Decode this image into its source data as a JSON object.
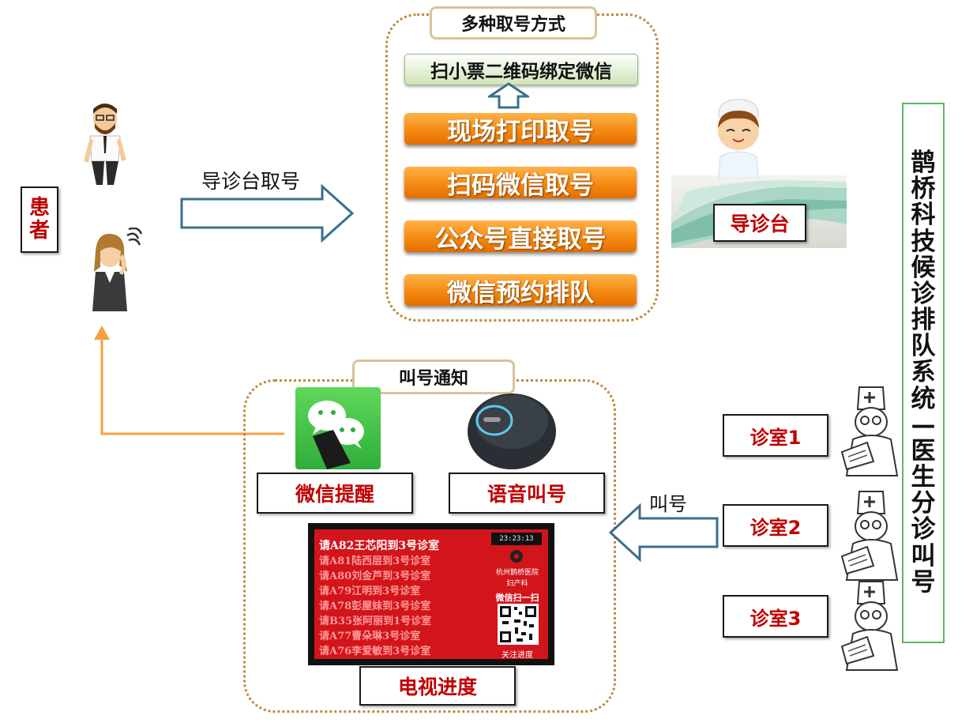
{
  "patient_label": "患者",
  "arrow_guide_label": "导诊台取号",
  "ticket_section": {
    "title": "多种取号方式",
    "bind_wechat": "扫小票二维码绑定微信",
    "methods": [
      "现场打印取号",
      "扫码微信取号",
      "公众号直接取号",
      "微信预约排队"
    ]
  },
  "guide_desk_label": "导诊台",
  "system_title": [
    "鹊",
    "桥",
    "科",
    "技",
    "候",
    "诊",
    "排",
    "队",
    "系",
    "统",
    "—",
    "医",
    "生",
    "分",
    "诊",
    "叫",
    "号"
  ],
  "notify_section": {
    "title": "叫号通知",
    "wechat_label": "微信提醒",
    "voice_label": "语音叫号",
    "tv_label": "电视进度"
  },
  "tv_screen": {
    "rows": [
      "请A82王芯阳到3号诊室",
      "请A81陆西层到3号诊室",
      "请A80刘金芦到3号诊室",
      "请A79江明到3号诊室",
      "请A78彭屋妹到3号诊室",
      "请B35张阿丽到1号诊室",
      "请A77曹朵琳3号诊室",
      "请A76李爱敏到3号诊室"
    ],
    "time": "23:23:13",
    "hospital": "杭州鹊桥医院",
    "dept": "妇产科",
    "scan_text": "微信扫一扫",
    "follow_text": "关注进度"
  },
  "call_label": "叫号",
  "rooms": [
    "诊室1",
    "诊室2",
    "诊室3"
  ],
  "colors": {
    "label_red": "#c00000",
    "orange": "#f58a12",
    "dotted_border": "#c08a40",
    "arrow_blue": "#3b6f8c",
    "system_border": "#5cb85c",
    "tv_red": "#d2141b"
  }
}
